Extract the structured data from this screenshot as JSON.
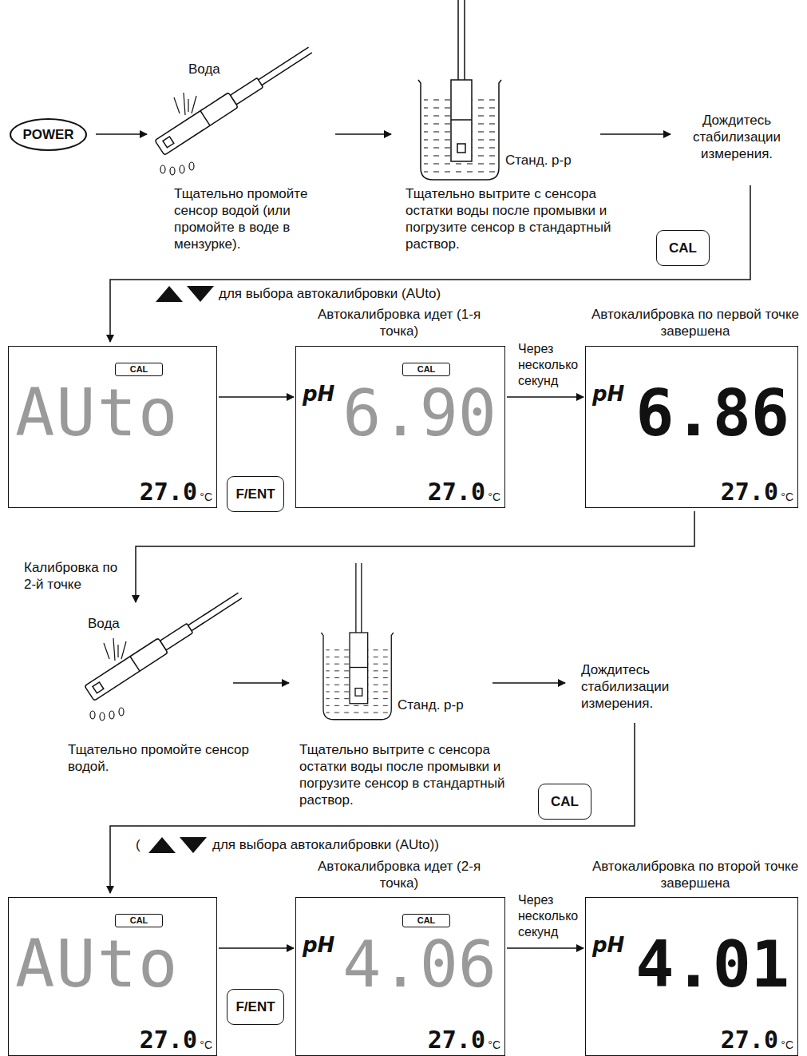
{
  "diagram": {
    "nodes": [
      {
        "text": [
          "POWER"
        ]
      },
      {
        "text": [
          "CAL"
        ]
      },
      {
        "text": [
          "AUto",
          "27.0",
          "°C"
        ]
      },
      {
        "text": [
          "CAL"
        ],
        "in": 2
      },
      {
        "text": [
          "F/ENT"
        ]
      },
      {
        "text": [
          "pH",
          "6.90",
          "27.0",
          "°C"
        ]
      },
      {
        "text": [
          "CAL"
        ],
        "in": 5
      },
      {
        "text": [
          "pH",
          "6.86",
          "27.0",
          "°C"
        ]
      },
      {
        "text": [
          "CAL"
        ]
      },
      {
        "text": [
          "AUto",
          "27.0",
          "°C"
        ]
      },
      {
        "text": [
          "CAL"
        ],
        "in": 9
      },
      {
        "text": [
          "F/ENT"
        ]
      },
      {
        "text": [
          "pH",
          "4.06",
          "27.0",
          "°C"
        ]
      },
      {
        "text": [
          "CAL"
        ],
        "in": 12
      },
      {
        "text": [
          "pH",
          "4.01",
          "27.0",
          "°C"
        ]
      }
    ],
    "edges": [
      {
        "from": 2,
        "to": 5,
        "arrow": "to"
      },
      {
        "from": 5,
        "to": 7,
        "arrow": "to",
        "label": "Через несколько секунд"
      },
      {
        "from": 9,
        "to": 12,
        "arrow": "to"
      },
      {
        "from": 12,
        "to": 14,
        "arrow": "to",
        "label": "Через несколько секунд"
      }
    ],
    "labels": [
      "Вода",
      "Тщательно промойте сенсор водой (или промойте в воде в мензурке).",
      "Станд. р-р",
      "Тщательно вытрите с сенсора остатки воды после промывки и погрузите сенсор в стандартный раствор.",
      "Дождитесь стабилизации измерения.",
      "для выбора автокалибровки (AUto)",
      "Автокалибровка идет (1-я точка)",
      "Автокалибровка по первой точке завершена",
      "Калибровка по 2-й точке",
      "Вода",
      "Тщательно промойте сенсор водой.",
      "Станд. р-р",
      "Тщательно вытрите с сенсора остатки воды после промывки и погрузите сенсор в стандартный раствор.",
      "Дождитесь стабилизации измерения.",
      "(",
      "для выбора автокалибровки (AUto))",
      "Автокалибровка идет (2-я точка)",
      "Автокалибровка по второй точке завершена"
    ]
  }
}
